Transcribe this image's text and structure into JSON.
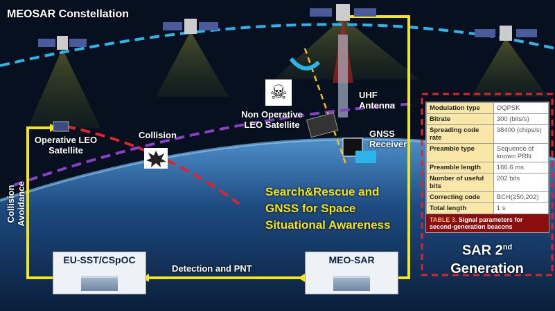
{
  "title": "MEOSAR Constellation",
  "labels": {
    "operative_leo": "Operative LEO Satellite",
    "collision": "Collision",
    "non_operative": "Non Operative LEO Satellite",
    "uhf": "UHF Antenna",
    "gnss_receiver": "GNSS Receiver",
    "collision_avoidance": "Collision Avoidance",
    "detection_pnt": "Detection and PNT"
  },
  "headline": {
    "line1": "Search&Rescue and",
    "line2": "GNSS for Space",
    "line3": "Situational Awareness"
  },
  "nodes": {
    "left": "EU-SST/CSpOC",
    "right": "MEO-SAR"
  },
  "table": {
    "rows": [
      {
        "k": "Modulation type",
        "v": "OQPSK"
      },
      {
        "k": "Bitrate",
        "v": "300 (bits/s)"
      },
      {
        "k": "Spreading code rate",
        "v": "38400 (chips/s)"
      },
      {
        "k": "Preamble type",
        "v": "Sequence of known PRN"
      },
      {
        "k": "Preamble length",
        "v": "166.6 ms"
      },
      {
        "k": "Number of useful bits",
        "v": "202 bits"
      },
      {
        "k": "Correcting code",
        "v": "BCH(250,202)"
      },
      {
        "k": "Total length",
        "v": "1 s"
      }
    ],
    "caption_num": "TABLE 3.",
    "caption": "Signal parameters for second-generation beacons"
  },
  "sar": {
    "line1": "SAR 2",
    "sup": "nd",
    "line2": "Generation"
  },
  "colors": {
    "yellow": "#f5e61b",
    "cyan": "#2bb5ea",
    "purple": "#8a3fc9",
    "red": "#e0242a"
  }
}
